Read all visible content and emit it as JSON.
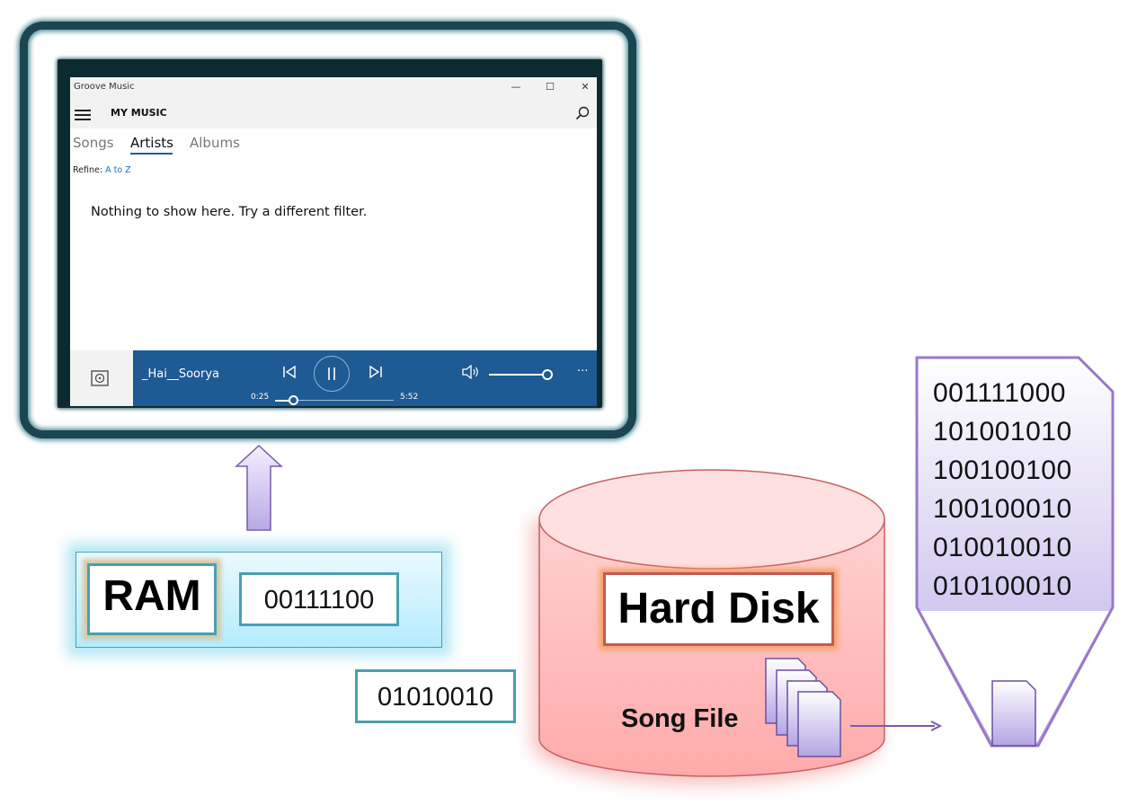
{
  "app": {
    "window_title": "Groove Music",
    "minimize": "—",
    "maximize": "☐",
    "close": "✕",
    "header": "MY MUSIC",
    "tabs": [
      "Songs",
      "Artists",
      "Albums"
    ],
    "refine_label": "Refine:",
    "refine_value": "A to Z",
    "empty_message": "Nothing to show here. Try a different filter.",
    "player": {
      "song": "_Hai__Soorya",
      "elapsed": "0:25",
      "duration": "5:52",
      "progress": 0.07,
      "volume": 0.9,
      "more": "···"
    }
  },
  "ram": {
    "label": "RAM",
    "bits": "00111100"
  },
  "transit_bits": "01010010",
  "hard_disk": {
    "label": "Hard Disk",
    "file_label": "Song File"
  },
  "binary_lines": [
    "001111000",
    "101001010",
    "100100100",
    "100100010",
    "010010010",
    "010100010"
  ],
  "colors": {
    "monitor": "#1b4550",
    "player_bar": "#1e5a94",
    "ram_border": "#4a9fb0",
    "disk_fill": "#ffc2c2",
    "document": "#a99bdb"
  }
}
